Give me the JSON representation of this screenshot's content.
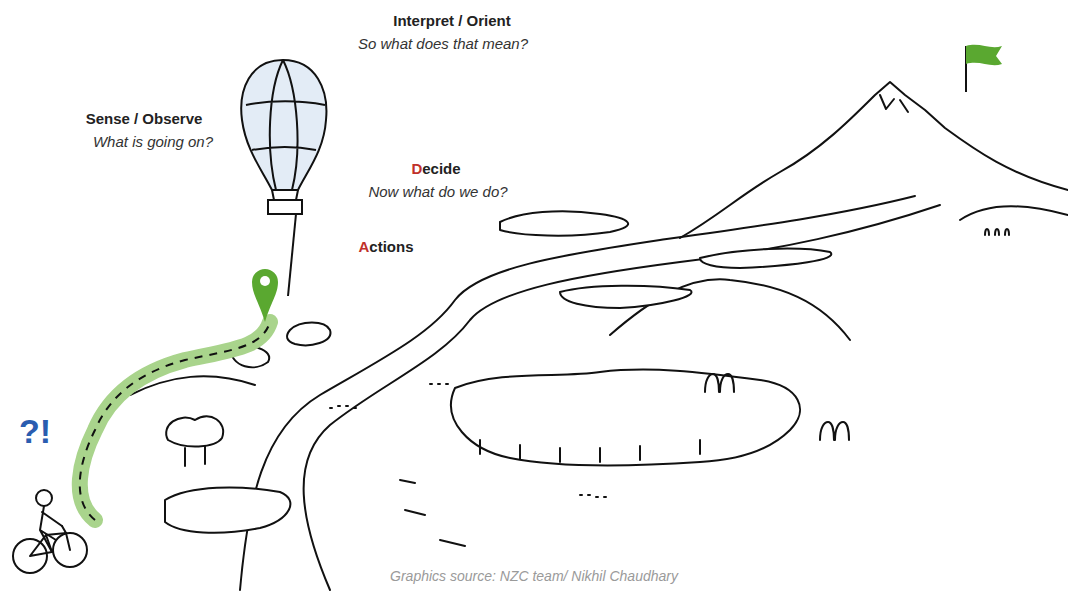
{
  "diagram": {
    "caption": "Graphics source: NZC team/ Nikhil Chaudhary",
    "labels": [
      "Interpret / Orient",
      "So what does that mean?",
      "Sense / Observe",
      "What is going on?",
      "Decide",
      "Now what do we do?",
      "Actions",
      "?!"
    ]
  }
}
